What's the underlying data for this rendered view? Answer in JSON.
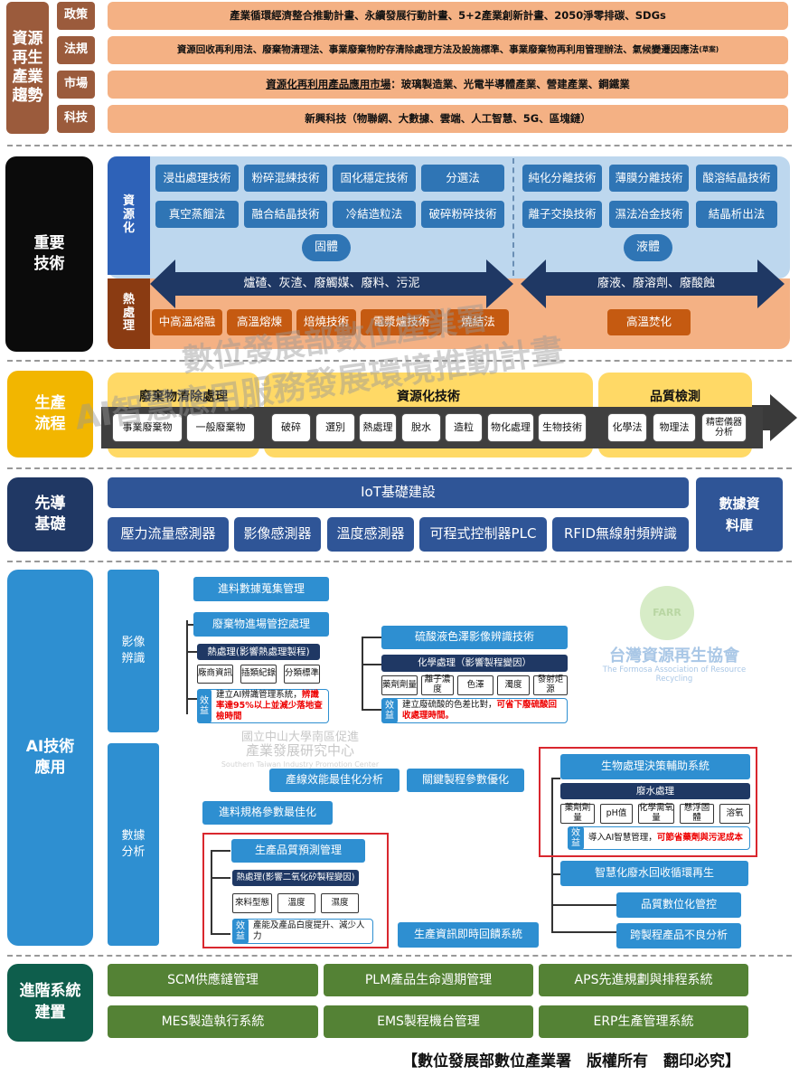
{
  "trends": {
    "title": "資源再生產業趨勢",
    "rows": [
      {
        "tag": "政策",
        "text": "產業循環經濟整合推動計畫、永續發展行動計畫、5+2產業創新計畫、2050淨零排碳、SDGs"
      },
      {
        "tag": "法規",
        "text": "資源回收再利用法、廢棄物清理法、事業廢棄物貯存清除處理方法及設施標準、事業廢棄物再利用管理辦法、氣候變遷因應法",
        "note": "(草案)"
      },
      {
        "tag": "市場",
        "text_u": "資源化再利用產品應用市場",
        "text_rest": "：玻璃製造業、光電半導體產業、營建產業、鋼鐵業"
      },
      {
        "tag": "科技",
        "text": "新興科技（物聯網、大數據、雲端、人工智慧、5G、區塊鏈）"
      }
    ]
  },
  "tech": {
    "title": "重要技術",
    "resource_label": "資源化",
    "heat_label": "熱處理",
    "solid_row1": [
      "浸出處理技術",
      "粉碎混練技術",
      "固化穩定技術",
      "分選法"
    ],
    "solid_row2": [
      "真空蒸餾法",
      "融合結晶技術",
      "冷結造粒法",
      "破碎粉碎技術"
    ],
    "liquid_row1": [
      "純化分離技術",
      "薄膜分離技術",
      "酸溶結晶技術"
    ],
    "liquid_row2": [
      "離子交換技術",
      "濕法冶金技術",
      "結晶析出法"
    ],
    "solid_label": "固體",
    "liquid_label": "液體",
    "solid_arrow": "爐碴、灰渣、廢觸媒、廢料、污泥",
    "liquid_arrow": "廢液、廢溶劑、廢酸蝕",
    "heat_items": [
      "中高溫熔融",
      "高溫熔煉",
      "焙燒技術",
      "電漿爐技術",
      "燒結法"
    ],
    "heat_right": "高溫焚化"
  },
  "process": {
    "title": "生產流程",
    "waste": {
      "title": "廢棄物清除處理",
      "items": [
        "事業廢棄物",
        "一般廢棄物"
      ]
    },
    "resource": {
      "title": "資源化技術",
      "items": [
        "破碎",
        "選別",
        "熱處理",
        "脫水",
        "造粒",
        "物化處理",
        "生物技術"
      ]
    },
    "quality": {
      "title": "品質檢測",
      "items": [
        "化學法",
        "物理法",
        "精密儀器分析"
      ]
    }
  },
  "foundation": {
    "title": "先導基礎",
    "iot": "IoT基礎建設",
    "items": [
      "壓力流量感測器",
      "影像感測器",
      "溫度感測器",
      "可程式控制器PLC",
      "RFID無線射頻辨識"
    ],
    "database": "數據資料庫"
  },
  "ai": {
    "title": "AI技術應用",
    "image_label": "影像辨識",
    "data_label": "數據分析",
    "img_a1": "進料數據蒐集管理",
    "img_a2": "廢棄物進場管控處理",
    "img_a3": "熱處理(影響熱處理製程)",
    "img_a4": [
      "廠商資訊",
      "插類紀錄",
      "分類標準"
    ],
    "img_a_eff": "效益",
    "img_a_effect_pre": "建立AI辨識管理系統，",
    "img_a_effect_red": "辨識率達95%以上並減少落地查檢時間",
    "img_b1": "硫酸液色澤影像辨識技術",
    "img_b2": "化學處理（影響製程變因）",
    "img_b3": [
      "藥劑劑量",
      "離子濃度",
      "色澤",
      "濁度",
      "發射炬源"
    ],
    "img_b_eff": "效益",
    "img_b_effect_pre": "建立廢硫酸的色差比對，",
    "img_b_effect_red": "可省下廢硫酸回收處理時間。",
    "d1": "產線效能最佳化分析",
    "d2": "關鍵製程參數優化",
    "d3": "進料規格參數最佳化",
    "d4": "生產品質預測管理",
    "d5": "熱處理(影響二氧化矽製程變因)",
    "d6": [
      "來料型態",
      "溫度",
      "濕度"
    ],
    "d_eff": "效益",
    "d_effect": "產能及產品白度提升、減少人力",
    "d7": "生產資訊即時回饋系統",
    "bio1": "生物處理決策輔助系統",
    "bio2": "廢水處理",
    "bio3": [
      "藥劑劑量",
      "pH值",
      "化學需氧量",
      "懸浮固體",
      "溶氧"
    ],
    "bio_eff": "效益",
    "bio_effect_pre": "導入AI智慧管理，",
    "bio_effect_red": "可節省藥劑與污泥成本",
    "w1": "智慧化廢水回收循環再生",
    "w2": "品質數位化管控",
    "w3": "跨製程產品不良分析",
    "logo1_main": "台灣資源再生協會",
    "logo1_sub": "The Formosa Association of Resource Recycling",
    "logo1_mark": "FARR",
    "logo2_main": "國立中山大學南區促進",
    "logo2_main2": "產業發展研究中心",
    "logo2_sub": "Southern Taiwan Industry Promotion Center"
  },
  "advanced": {
    "title": "進階系統建置",
    "items": [
      "SCM供應鏈管理",
      "PLM產品生命週期管理",
      "APS先進規劃與排程系統",
      "MES製造執行系統",
      "EMS製程機台管理",
      "ERP生產管理系統"
    ]
  },
  "watermark": {
    "line1": "數位發展部數位產業署",
    "line2": "AI智慧應用服務發展環境推動計畫"
  },
  "footer": "【數位發展部數位產業署　版權所有　翻印必究】",
  "colors": {
    "trend": "#9b5b3c",
    "trend_bar": "#f4b184",
    "tech_side": "#0b0b0b",
    "process_side": "#f2b600",
    "foundation_side": "#203864",
    "ai_side": "#2e8fd1",
    "advanced_side": "#0e5e4c"
  }
}
